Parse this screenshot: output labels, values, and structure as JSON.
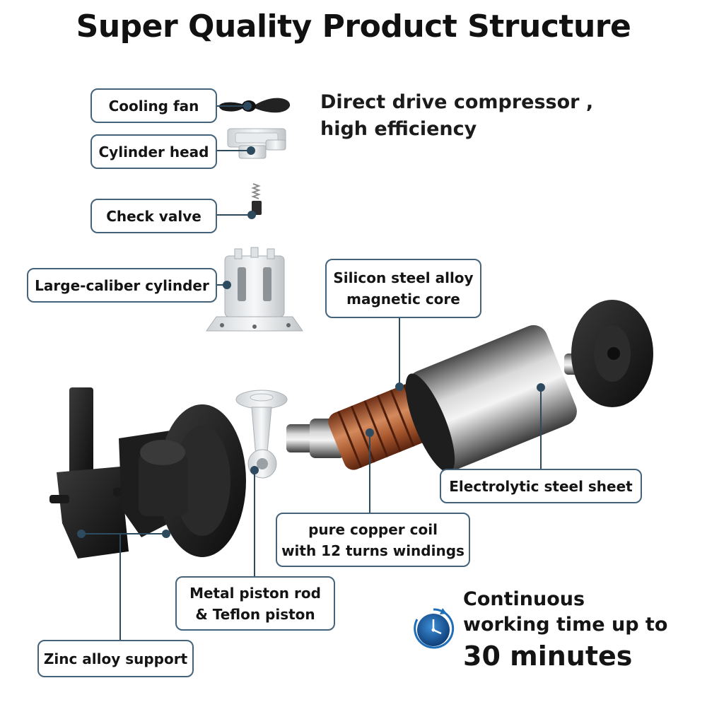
{
  "title": "Super Quality Product Structure",
  "tagline": {
    "line1": "Direct drive compressor ,",
    "line2": "high efficiency"
  },
  "labels": {
    "cooling_fan": "Cooling fan",
    "cylinder_head": "Cylinder head",
    "check_valve": "Check valve",
    "large_cylinder": "Large-caliber cylinder",
    "silicon_core_line1": "Silicon steel alloy",
    "silicon_core_line2": "magnetic core",
    "electrolytic_sheet": "Electrolytic steel sheet",
    "copper_coil_line1": "pure copper coil",
    "copper_coil_line2": "with 12 turns windings",
    "piston_line1": "Metal piston rod",
    "piston_line2": "& Teflon piston",
    "zinc_support": "Zinc alloy support"
  },
  "continuous": {
    "line1": "Continuous",
    "line2": "working time up to",
    "line3": "30 minutes"
  },
  "icons": {
    "clock": "clock-icon"
  },
  "colors": {
    "label_border": "#44637a",
    "leader_line": "#2e4a5e",
    "clock_blue": "#1f6fb8",
    "copper": "#b5683f"
  }
}
